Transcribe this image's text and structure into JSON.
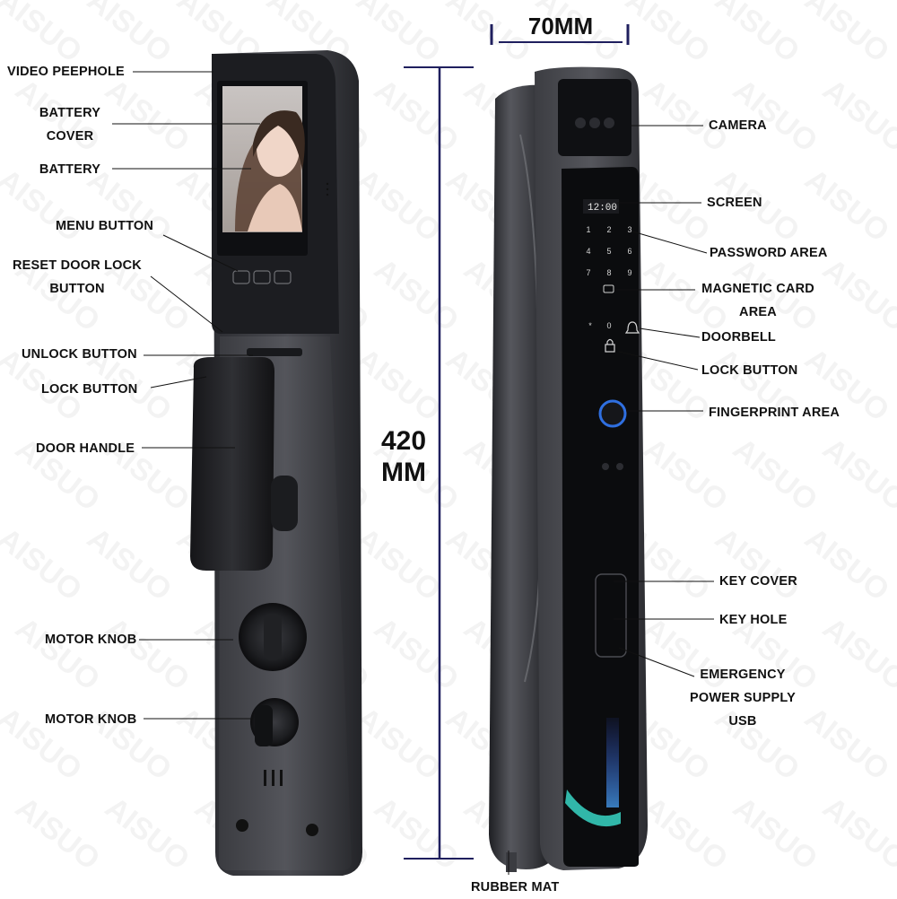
{
  "watermark": "AISUO",
  "dimensions": {
    "width_label": "70MM",
    "height_value": "420",
    "height_unit": "MM"
  },
  "screen_time": "12:00",
  "keypad": [
    "1",
    "2",
    "3",
    "4",
    "5",
    "6",
    "7",
    "8",
    "9",
    "*",
    "0"
  ],
  "left_labels": {
    "video_peephole": "VIDEO PEEPHOLE",
    "battery_cover_1": "BATTERY",
    "battery_cover_2": "COVER",
    "battery": "BATTERY",
    "menu_button": "MENU BUTTON",
    "reset_1": "RESET DOOR LOCK",
    "reset_2": "BUTTON",
    "unlock_button": "UNLOCK BUTTON",
    "lock_button": "LOCK BUTTON",
    "door_handle": "DOOR HANDLE",
    "motor_knob_1": "MOTOR KNOB",
    "motor_knob_2": "MOTOR KNOB"
  },
  "right_labels": {
    "camera": "CAMERA",
    "screen": "SCREEN",
    "password_area": "PASSWORD AREA",
    "magnetic_1": "MAGNETIC CARD",
    "magnetic_2": "AREA",
    "doorbell": "DOORBELL",
    "lock_button": "LOCK BUTTON",
    "fingerprint": "FINGERPRINT AREA",
    "key_cover": "KEY COVER",
    "key_hole": "KEY HOLE",
    "emergency_1": "EMERGENCY",
    "emergency_2": "POWER SUPPLY",
    "emergency_3": "USB",
    "rubber_mat": "RUBBER MAT"
  },
  "colors": {
    "body_dark": "#2a2b2f",
    "panel": "#3b3c41",
    "accent_blue": "#2f6fe0",
    "dim_line": "#1f1f5e"
  }
}
